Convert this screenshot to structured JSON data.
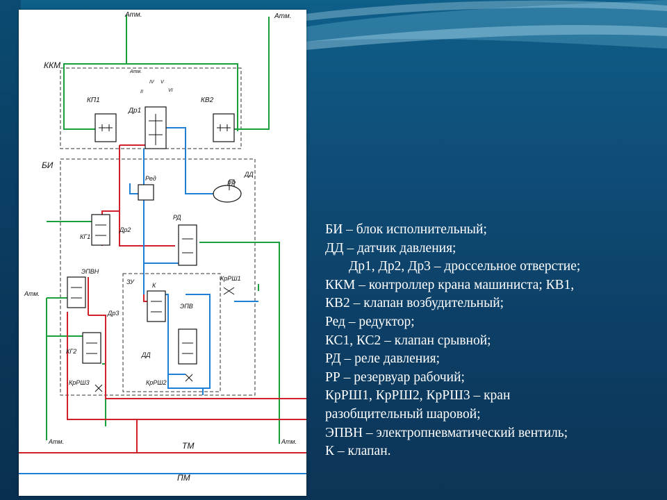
{
  "scheme": {
    "labels": {
      "atm_top_left": "Атм.",
      "atm_top_right": "Атм.",
      "atm_inner": "Атм.",
      "kkm": "ККМ",
      "kp1": "КП1",
      "kv2": "КВ2",
      "dr1": "Др1",
      "pos_ii": "II",
      "pos_iv": "IV",
      "pos_v": "V",
      "pos_vi": "VI",
      "bi": "БИ",
      "red": "Ред",
      "rr": "РР",
      "dd1": "ДД",
      "rd": "РД",
      "kg1": "КГ1",
      "dr2": "Др2",
      "epvn": "ЭПВН",
      "atm_left": "Атм.",
      "dr3": "Др3",
      "kg2": "КГ2",
      "krrsh3": "КрРШ3",
      "zu": "ЗУ",
      "k": "К",
      "epv": "ЭПВ",
      "krrsh1": "КрРШ1",
      "dd2": "ДД",
      "krrsh2": "КрРШ2",
      "atm_bottom_left": "Атм.",
      "atm_bottom_right": "Атм.",
      "tm": "ТМ",
      "pm": "ПМ"
    },
    "colors": {
      "green": "#1aa03a",
      "red": "#d0202a",
      "blue": "#1e7fd6",
      "dash": "#333333"
    }
  },
  "legend": {
    "lines": [
      "БИ – блок исполнительный;",
      "ДД – датчик давления;",
      "Др1, Др2, Др3 – дроссельное отверстие;",
      "ККМ – контроллер крана машиниста; КВ1,",
      "КВ2 – клапан возбудительный;",
      "Ред – редуктор;",
      "КС1, КС2 – клапан срывной;",
      "РД – реле давления;",
      "РР – резервуар рабочий;",
      "КрРШ1, КрРШ2, КрРШ3 – кран",
      "разобщительный шаровой;",
      "ЭПВН – электропневматический вентиль;",
      "К – клапан."
    ]
  }
}
